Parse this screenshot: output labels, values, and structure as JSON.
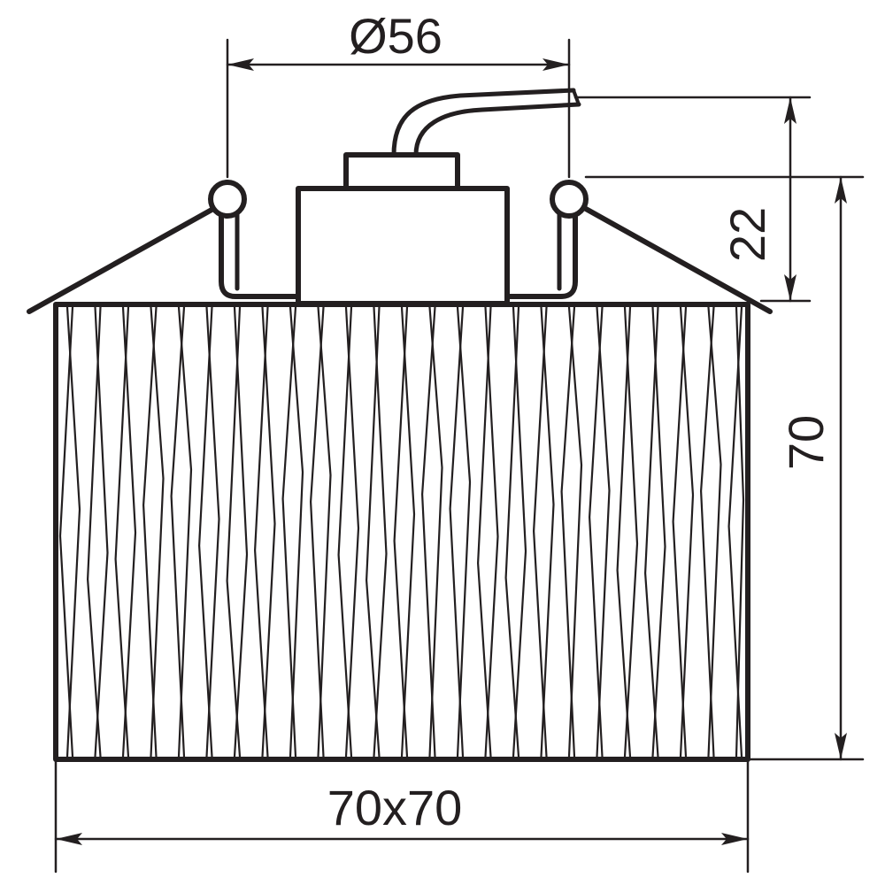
{
  "drawing": {
    "line_color": "#231f20",
    "background": "#ffffff",
    "dimensions": {
      "diameter_label": "Ø56",
      "top_height_label": "22",
      "height_label": "70",
      "width_label": "70x70"
    }
  }
}
